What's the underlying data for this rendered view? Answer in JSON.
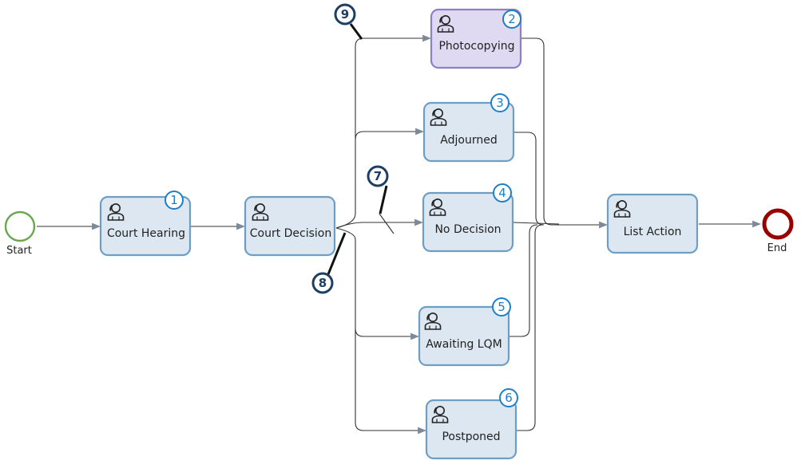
{
  "events": {
    "start": {
      "label": "Start",
      "color": "#6aa84f"
    },
    "end": {
      "label": "End",
      "color": "#990000"
    }
  },
  "tasks": [
    {
      "id": "court-hearing",
      "label": "Court Hearing",
      "number": "1",
      "icon": "user-icon"
    },
    {
      "id": "court-decision",
      "label": "Court Decision",
      "icon": "user-icon"
    },
    {
      "id": "photocopying",
      "label": "Photocopying",
      "number": "2",
      "icon": "user-icon",
      "selected": true
    },
    {
      "id": "adjourned",
      "label": "Adjourned",
      "number": "3",
      "icon": "user-icon"
    },
    {
      "id": "no-decision",
      "label": "No Decision",
      "number": "4",
      "icon": "user-icon"
    },
    {
      "id": "awaiting-lqm",
      "label": "Awaiting LQM",
      "number": "5",
      "icon": "user-icon"
    },
    {
      "id": "postponed",
      "label": "Postponed",
      "number": "6",
      "icon": "user-icon"
    },
    {
      "id": "list-action",
      "label": "List Action",
      "icon": "user-icon"
    }
  ],
  "callouts": [
    "7",
    "8",
    "9"
  ],
  "colors": {
    "task_fill": "#dce7f1",
    "task_stroke": "#6f9ec4",
    "selected_fill": "#dfdaf2",
    "selected_stroke": "#8d7fc8",
    "number_color": "#1f7fc4",
    "callout_color": "#1d3f63"
  }
}
